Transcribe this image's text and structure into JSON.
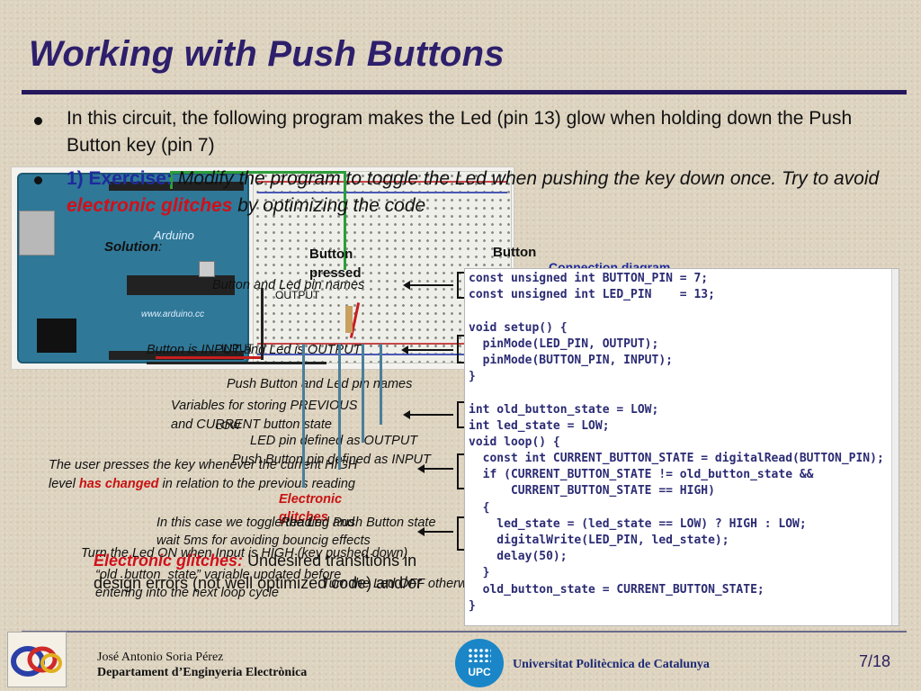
{
  "slide": {
    "title": "Working with Push Buttons",
    "bullet1": "In this circuit, the following program makes the Led (pin 13) glow when holding down the Push Button key (pin 7)",
    "bullet2_prefix": "1) Exercise:",
    "bullet2_a": "Modify the program to toggle the Led when pushing the key down once. Try to avoid",
    "bullet2_kw": "electronic glitches",
    "bullet2_b": "by optimizing the code"
  },
  "labels": {
    "solution": "Solution",
    "solution_colon": ":",
    "button_pressed": "Button pressed",
    "button_released": "Button",
    "connection_diagram": "Connection diagram",
    "output_label": "OUTPUT",
    "input_label": "INPUT",
    "low_label": "LOW",
    "pin_names_1": "Button and Led pin names",
    "input_output": "Button is INPUT and Led is OUTPUT",
    "pin_names_2": "Push Button and Led pin names",
    "vars_1": "Variables for storing PREVIOUS",
    "vars_2": "and CURRENT button state",
    "led_output": "LED pin defined as OUTPUT",
    "btn_input": "Push Button pin defined as INPUT",
    "press_1": "The user presses the key whenever the current HIGH",
    "press_2a": "level",
    "press_2b": "has changed",
    "press_2c": "in relation to the previous reading",
    "electronic_glitches": "Electronic glitches",
    "toggle_1": "In this case we toggle the Led and",
    "toggle_read": "Reading Push Button state",
    "toggle_2": "wait 5ms for avoiding bouncig effects",
    "turn_on": "Turn the Led ON when Input is HIGH (key pushed down)",
    "glitch_def_kw": "Electronic glitches:",
    "glitch_def_a": "Undesired transitions in",
    "glitch_def_b": "design errors (not well optimized code) and/or",
    "old_state_1": "“old_button_state” variable updated before",
    "old_state_2": "entering into the next loop cycle",
    "led_off": "Turn the Led OFF otherwise"
  },
  "code": [
    "const unsigned int BUTTON_PIN = 7;",
    "const unsigned int LED_PIN    = 13;",
    "",
    "void setup() {",
    "  pinMode(LED_PIN, OUTPUT);",
    "  pinMode(BUTTON_PIN, INPUT);",
    "}",
    "",
    "int old_button_state = LOW;",
    "int led_state = LOW;",
    "void loop() {",
    "  const int CURRENT_BUTTON_STATE = digitalRead(BUTTON_PIN);",
    "  if (CURRENT_BUTTON_STATE != old_button_state &&",
    "      CURRENT_BUTTON_STATE == HIGH)",
    "  {",
    "    led_state = (led_state == LOW) ? HIGH : LOW;",
    "    digitalWrite(LED_PIN, led_state);",
    "    delay(50);",
    "  }",
    "  old_button_state = CURRENT_BUTTON_STATE;",
    "}"
  ],
  "board": {
    "brand": "Arduino",
    "url": "www.arduino.cc"
  },
  "footer": {
    "author": "José Antonio Soria Pérez",
    "department": "Departament d’Enginyeria Electrònica",
    "university": "Universitat Politècnica de Catalunya",
    "page": "7/18",
    "upc": "UPC"
  },
  "colors": {
    "title": "#2d1f6b",
    "accent_blue": "#1f2b9c",
    "accent_red": "#d0101a",
    "background": "#ddd3bf"
  }
}
